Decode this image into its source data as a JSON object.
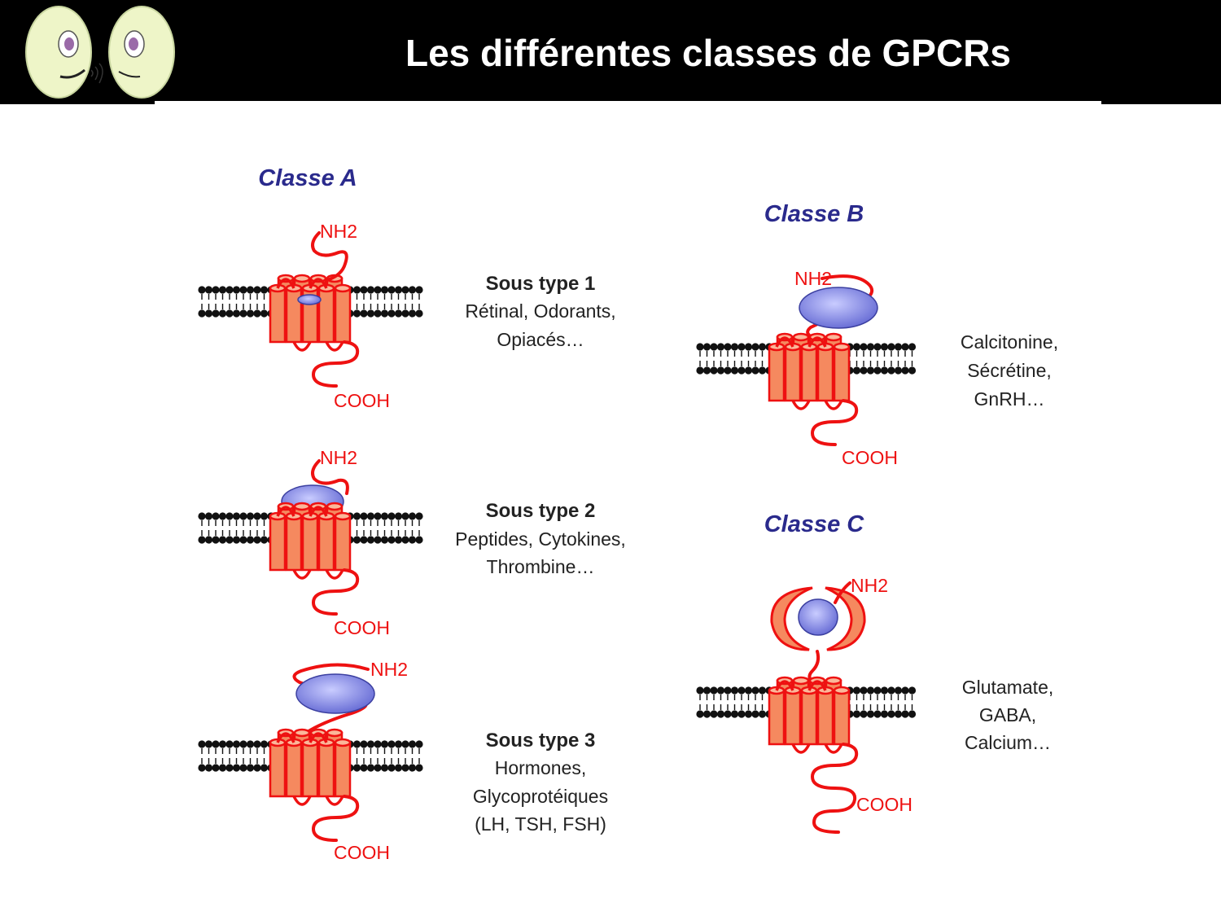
{
  "header": {
    "title": "Les différentes classes de GPCRs",
    "logo_icon": "two-eyes-mascot-icon",
    "background_color": "#000000",
    "text_color": "#ffffff"
  },
  "colors": {
    "class_label": "#2a2a8c",
    "protein": "#ee1111",
    "helix_fill": "#f5895f",
    "ligand": "#6a6fd6",
    "membrane": "#111111",
    "text": "#222222"
  },
  "classes": [
    {
      "label": "Classe A",
      "subtypes": [
        {
          "n_label": "NH2",
          "c_label": "COOH",
          "title": "Sous type 1",
          "lines": [
            "Rétinal, Odorants,",
            "Opiacés…"
          ]
        },
        {
          "n_label": "NH2",
          "c_label": "COOH",
          "title": "Sous type 2",
          "lines": [
            "Peptides, Cytokines,",
            "Thrombine…"
          ]
        },
        {
          "n_label": "NH2",
          "c_label": "COOH",
          "title": "Sous type 3",
          "lines": [
            "Hormones,",
            "Glycoprotéiques",
            "(LH, TSH, FSH)"
          ]
        }
      ]
    },
    {
      "label": "Classe B",
      "n_label": "NH2",
      "c_label": "COOH",
      "lines": [
        "Calcitonine,",
        "Sécrétine,",
        "GnRH…"
      ]
    },
    {
      "label": "Classe C",
      "n_label": "NH2",
      "c_label": "COOH",
      "lines": [
        "Glutamate,",
        "GABA,",
        "Calcium…"
      ]
    }
  ]
}
